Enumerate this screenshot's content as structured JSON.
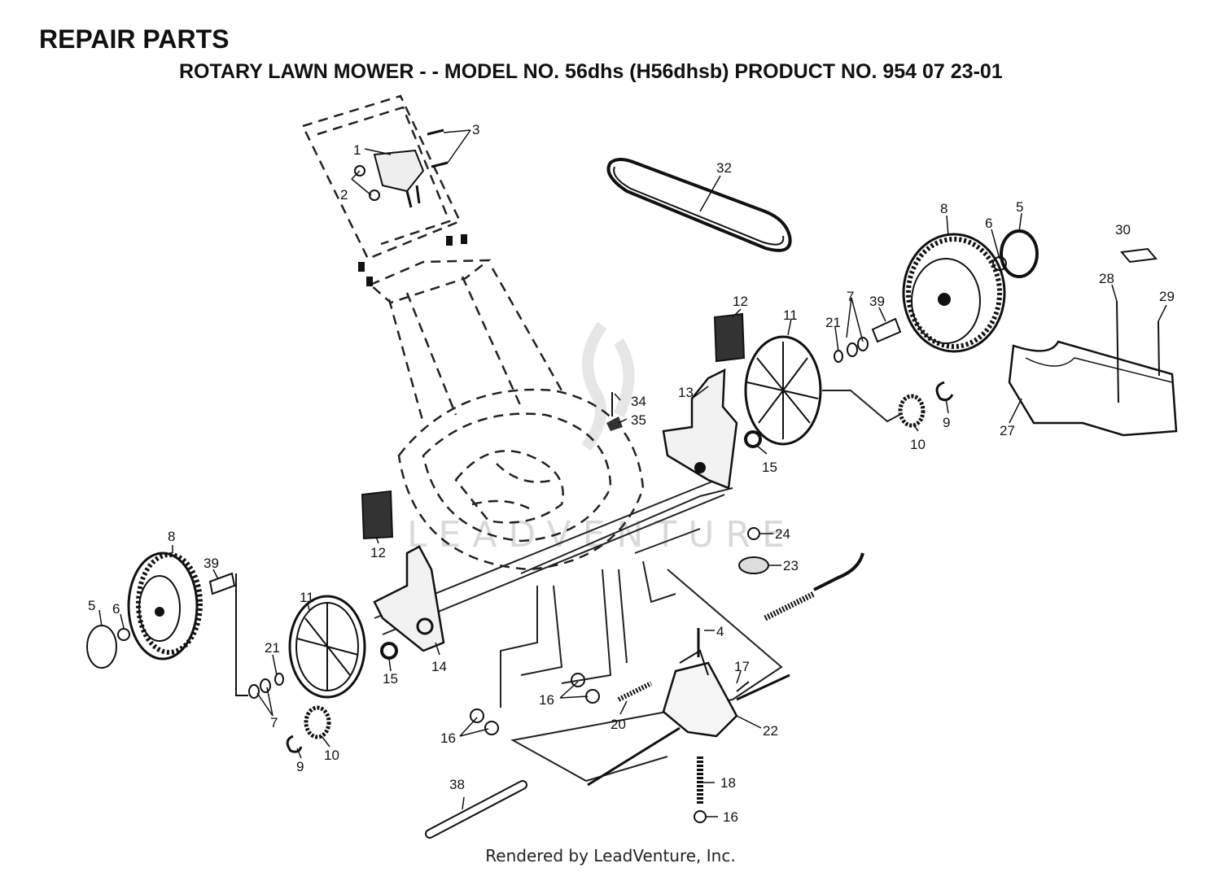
{
  "header": {
    "title": "REPAIR PARTS",
    "subtitle": "ROTARY LAWN MOWER - - MODEL NO. 56dhs  (H56dhsb) PRODUCT NO. 954 07 23-01"
  },
  "watermark": "LEADVENTURE",
  "footer": "Rendered by LeadVenture, Inc.",
  "callouts": [
    "1",
    "2",
    "3",
    "32",
    "8",
    "5",
    "6",
    "30",
    "28",
    "29",
    "7",
    "39",
    "21",
    "11",
    "12",
    "13",
    "34",
    "35",
    "15",
    "10",
    "9",
    "27",
    "24",
    "23",
    "14",
    "4",
    "17",
    "16",
    "20",
    "22",
    "18",
    "38"
  ]
}
